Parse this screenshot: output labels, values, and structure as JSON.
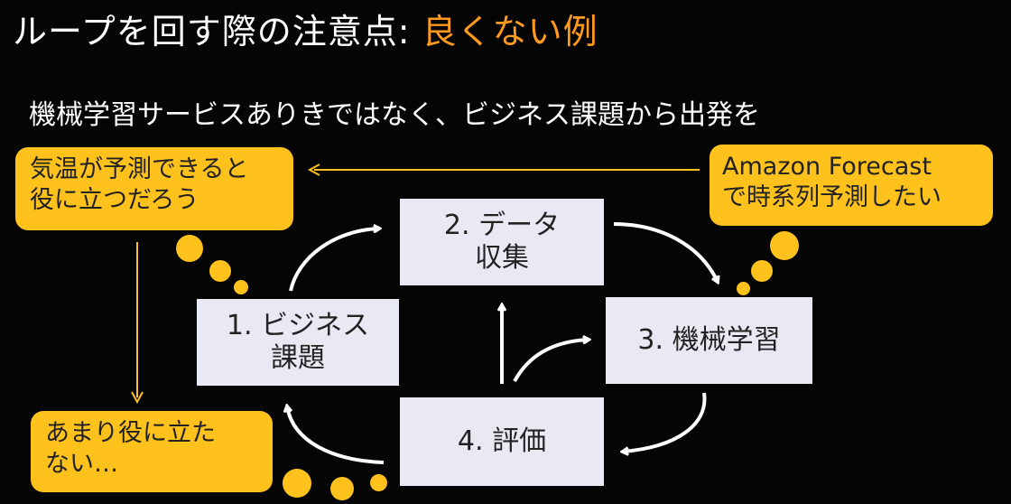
{
  "title": {
    "prefix": "ループを回す際の注意点: ",
    "accent": "良くない例",
    "accent_color": "#ff9a1e"
  },
  "subtitle": "機械学習サービスありきではなく、ビジネス課題から出発を",
  "nodes": {
    "business": {
      "line1": "1. ビジネス",
      "line2": "課題"
    },
    "data": {
      "line1": "2. データ",
      "line2": "収集"
    },
    "ml": {
      "line1": "3. 機械学習"
    },
    "eval": {
      "line1": "4. 評価"
    }
  },
  "bubbles": {
    "temperature": {
      "line1": "気温が予測できると",
      "line2": "役に立つだろう"
    },
    "forecast": {
      "line1": "Amazon Forecast",
      "line2": "で時系列予測したい"
    },
    "useless": {
      "line1": "あまり役に立た",
      "line2": "ない…"
    }
  },
  "colors": {
    "bubble": "#ffc21c",
    "node": "#e9e9f3",
    "arrow": "#ffffff",
    "flow_arrow": "#ffc21c",
    "background": "#050505"
  }
}
